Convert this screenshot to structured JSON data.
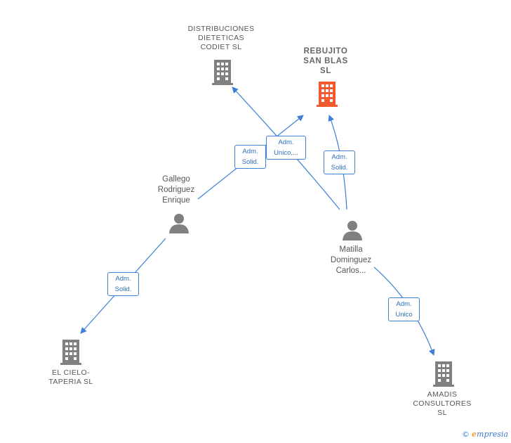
{
  "nodes": {
    "distribuciones": {
      "lines": [
        "DISTRIBUCIONES",
        "DIETETICAS",
        "CODIET  SL"
      ],
      "icon": "building-icon"
    },
    "rebujito": {
      "lines": [
        "REBUJITO",
        "SAN BLAS",
        "SL"
      ],
      "icon": "building-icon",
      "color": "#f05a2c"
    },
    "gallego": {
      "lines": [
        "Gallego",
        "Rodriguez",
        "Enrique"
      ],
      "icon": "person-icon"
    },
    "matilla": {
      "lines": [
        "Matilla",
        "Dominguez",
        "Carlos..."
      ],
      "icon": "person-icon"
    },
    "el_cielo": {
      "lines": [
        "EL CIELO-",
        "TAPERIA SL"
      ],
      "icon": "building-icon"
    },
    "amadis": {
      "lines": [
        "AMADIS",
        "CONSULTORES",
        "SL"
      ],
      "icon": "building-icon"
    }
  },
  "edges": {
    "gallego_rebujito": [
      "Adm.",
      "Solid."
    ],
    "matilla_distribuciones": [
      "Adm.",
      "Unico,..."
    ],
    "matilla_rebujito": [
      "Adm.",
      "Solid."
    ],
    "gallego_el_cielo": [
      "Adm.",
      "Solid."
    ],
    "matilla_amadis": [
      "Adm.",
      "Unico"
    ]
  },
  "colors": {
    "edge": "#3b80d6",
    "node_gray": "#808080",
    "highlight": "#f05a2c"
  },
  "brand": {
    "copyright": "©",
    "first": "e",
    "rest": "mpresia"
  }
}
